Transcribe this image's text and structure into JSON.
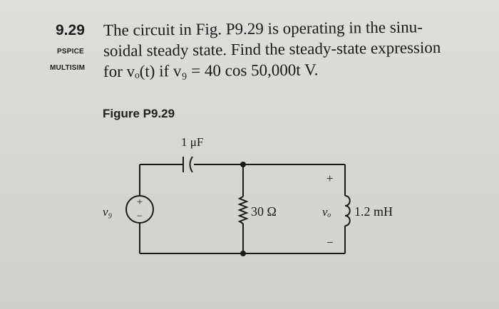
{
  "problem": {
    "number": "9.29",
    "tags": [
      "PSPICE",
      "MULTISIM"
    ],
    "lines": [
      "The circuit in Fig. P9.29 is operating in the sinu-",
      "soidal steady state. Find the steady-state expression",
      "for vₒ(t) if v₉ = 40 cos 50,000t V."
    ]
  },
  "figure": {
    "title": "Figure P9.29",
    "capacitor_label": "1 μF",
    "source_label": "v₉",
    "source_plus": "+",
    "source_minus": "−",
    "resistor_label": "30 Ω",
    "output_label": "vₒ",
    "output_plus": "+",
    "output_minus": "−",
    "inductor_label": "1.2 mH"
  }
}
